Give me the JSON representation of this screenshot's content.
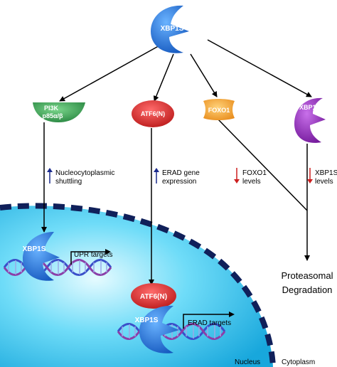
{
  "proteins": {
    "xbp1s_top": "XBP1S",
    "pi3k_line1": "PI3K",
    "pi3k_line2": "p85α/β",
    "atf6n": "ATF6(N)",
    "foxo1": "FOXO1",
    "xbp1u": "XBP1U",
    "xbp1s_nuclear": "XBP1S",
    "atf6n_nuclear": "ATF6(N)",
    "xbp1s_erad": "XBP1S"
  },
  "annotations": {
    "pi3k_line1": "Nucleocytoplasmic",
    "pi3k_line2": "shuttling",
    "atf6_line1": "ERAD gene",
    "atf6_line2": "expression",
    "foxo1_line1": "FOXO1",
    "foxo1_line2": "levels",
    "xbp1u_line1": "XBP1S",
    "xbp1u_line2": "levels"
  },
  "targets": {
    "upr": "UPR targets",
    "erad": "ERAD targets"
  },
  "outcome": {
    "line1": "Proteasomal",
    "line2": "Degradation"
  },
  "compartments": {
    "nucleus": "Nucleus",
    "cytoplasm": "Cytoplasm"
  },
  "colors": {
    "xbp1_blue": "#1e6fd8",
    "pi3k_green": "#2e9a4a",
    "atf6_red": "#d21f1f",
    "foxo1_orange": "#f39a1c",
    "xbp1u_purple": "#8a1fb0",
    "nucleus_cyan": "#39c6ee",
    "nuclear_envelope": "#10205a",
    "arrow_up": "#1a2a8c",
    "arrow_down": "#cc1f1f",
    "dna_blue": "#3a4fc9",
    "dna_purple": "#8b3fa8"
  }
}
